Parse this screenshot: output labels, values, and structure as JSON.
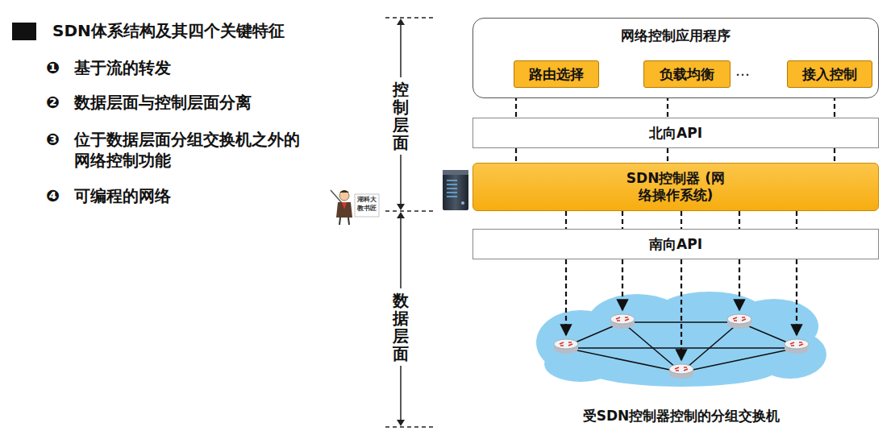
{
  "diagram": {
    "title": "SDN体系结构及其四个关键特征",
    "nodes": [
      {
        "text": [
          "网络控制应用程序"
        ]
      },
      {
        "text": [
          "路由选择"
        ],
        "in": 0
      },
      {
        "text": [
          "负载均衡"
        ],
        "in": 0
      },
      {
        "text": [
          "接入控制"
        ],
        "in": 0
      },
      {
        "text": [
          "北向API"
        ]
      },
      {
        "text": [
          "SDN控制器 (网络操作系统)"
        ]
      },
      {
        "text": [
          "南向API"
        ]
      },
      {
        "text": [
          "受SDN控制器控制的分组交换机"
        ]
      }
    ],
    "edges": [
      {
        "from": 1,
        "to": 4,
        "arrow": "none"
      },
      {
        "from": 2,
        "to": 4,
        "arrow": "none"
      },
      {
        "from": 3,
        "to": 4,
        "arrow": "none"
      },
      {
        "from": 4,
        "to": 5,
        "arrow": "none"
      },
      {
        "from": 4,
        "to": 5,
        "arrow": "none"
      },
      {
        "from": 4,
        "to": 5,
        "arrow": "none"
      },
      {
        "from": 5,
        "to": 6,
        "arrow": "none"
      },
      {
        "from": 5,
        "to": 6,
        "arrow": "none"
      },
      {
        "from": 5,
        "to": 6,
        "arrow": "none"
      },
      {
        "from": 5,
        "to": 6,
        "arrow": "none"
      },
      {
        "from": 5,
        "to": 6,
        "arrow": "none"
      }
    ],
    "labels": [
      "❶",
      "基于流的转发",
      "❷",
      "数据层面与控制层面分离",
      "❸",
      "位于数据层面分组交换机之外的网络控制功能",
      "❹",
      "可编程的网络",
      "控制层面",
      "数据层面",
      "…",
      "湖科大",
      "教书匠"
    ]
  }
}
